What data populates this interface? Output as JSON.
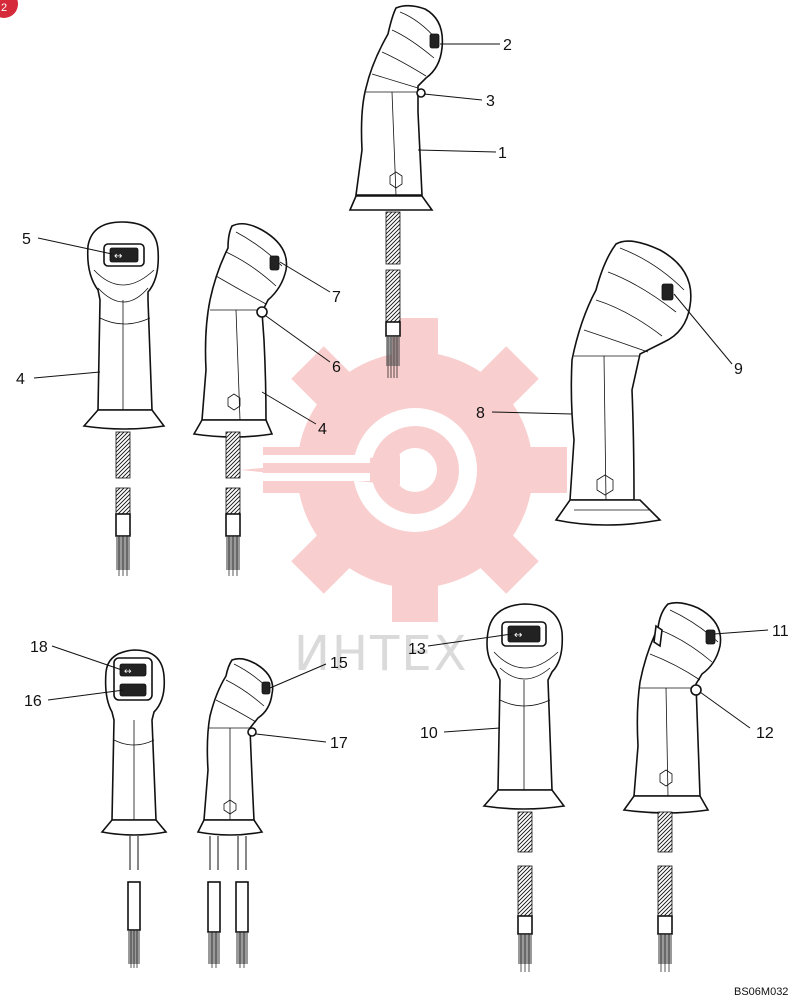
{
  "diagram": {
    "drawing_code": "BS06M032",
    "page_badge": "2",
    "watermark_text": "ИНТЕХ",
    "labels": [
      "1",
      "2",
      "3",
      "4",
      "4",
      "5",
      "6",
      "7",
      "8",
      "9",
      "10",
      "11",
      "12",
      "13",
      "15",
      "16",
      "17",
      "18"
    ]
  },
  "colors": {
    "watermark": "#f9c9c9",
    "badge": "#d42a3a",
    "line": "#111111"
  }
}
